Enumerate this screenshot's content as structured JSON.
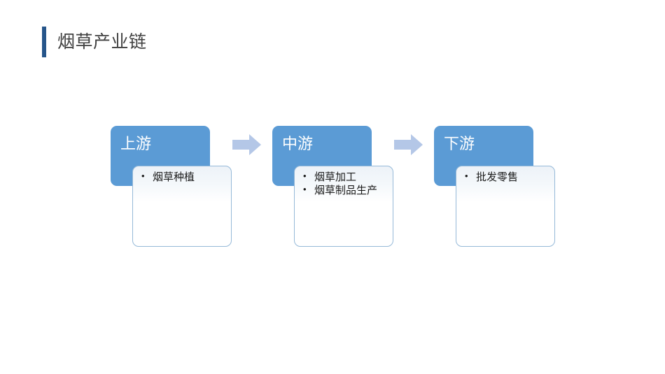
{
  "slide": {
    "title": "烟草产业链",
    "accent_color": "#26558A",
    "title_color": "#404040",
    "background": "#FFFFFF"
  },
  "diagram": {
    "type": "process-chain",
    "header_color": "#5B9BD5",
    "card_border_color": "#95B9D8",
    "arrow_color": "#B4C7E7",
    "arrows": [
      {
        "name": "arrow-upstream-to-midstream",
        "direction": "right"
      },
      {
        "name": "arrow-midstream-to-downstream",
        "direction": "right"
      }
    ],
    "stages": [
      {
        "header": "上游",
        "items": [
          "烟草种植"
        ]
      },
      {
        "header": "中游",
        "items": [
          "烟草加工",
          "烟草制品生产"
        ]
      },
      {
        "header": "下游",
        "items": [
          "批发零售"
        ]
      }
    ]
  }
}
